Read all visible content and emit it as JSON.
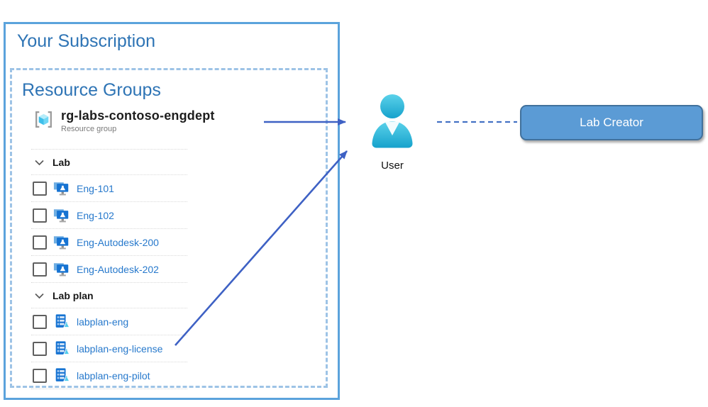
{
  "diagram": {
    "subscription_title": "Your Subscription",
    "resource_groups_title": "Resource Groups",
    "resource_group": {
      "name": "rg-labs-contoso-engdept",
      "type_label": "Resource group"
    },
    "sections": [
      {
        "label": "Lab",
        "icon": "lab-monitor-flask-icon",
        "items": [
          "Eng-101",
          "Eng-102",
          "Eng-Autodesk-200",
          "Eng-Autodesk-202"
        ]
      },
      {
        "label": "Lab plan",
        "icon": "lab-plan-list-flask-icon",
        "items": [
          "labplan-eng",
          "labplan-eng-license",
          "labplan-eng-pilot"
        ]
      }
    ],
    "user_label": "User",
    "lab_creator_label": "Lab Creator",
    "icons": {
      "resource_group": "resource-group-cube-icon",
      "section_expander": "chevron-down-icon",
      "user": "person-icon"
    },
    "colors": {
      "heading_blue": "#2E74B5",
      "outer_border": "#5BA3DC",
      "dashed_border": "#9DC3E6",
      "link_blue": "#2779CC",
      "arrow_blue": "#3E61C4",
      "connector_blue": "#4472C4",
      "lab_creator_fill": "#5B9BD5",
      "lab_creator_border": "#41719C",
      "user_cyan": "#2FBCDE"
    }
  }
}
